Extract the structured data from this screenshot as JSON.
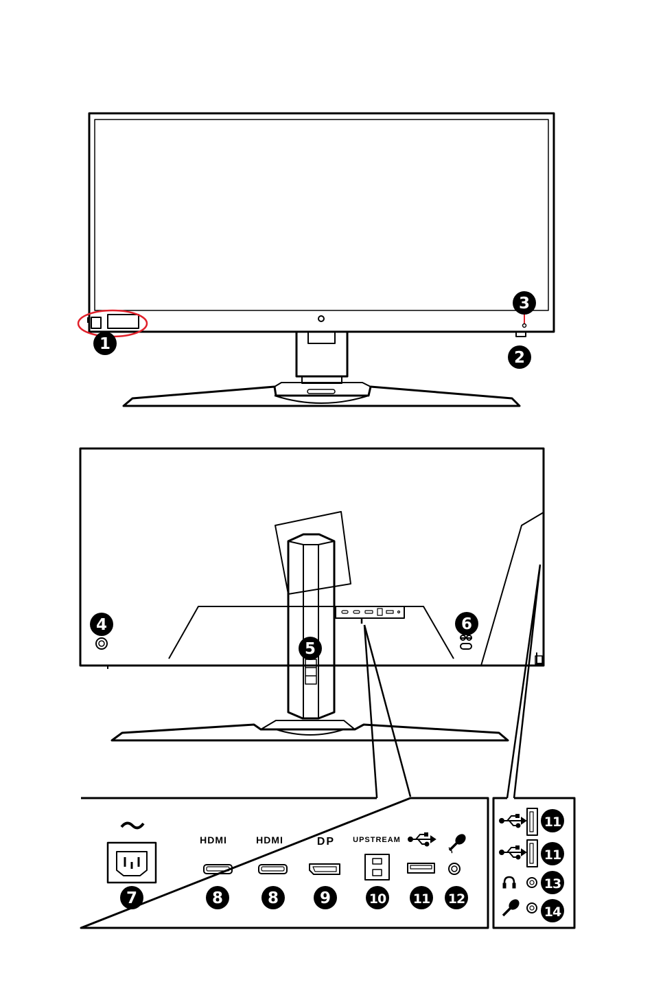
{
  "callouts": {
    "c1": "1",
    "c2": "2",
    "c3": "3",
    "c4": "4",
    "c5": "5",
    "c6": "6",
    "c7": "7",
    "c8a": "8",
    "c8b": "8",
    "c9": "9",
    "c10": "10",
    "c11a": "11",
    "c12": "12",
    "c11b": "11",
    "c11c": "11",
    "c13": "13",
    "c14": "14"
  },
  "ports": {
    "hdmi1": "HDMI",
    "hdmi2": "HDMI",
    "dp": "DP",
    "upstream": "UPSTREAM"
  },
  "icons": {
    "power": "ac-power-icon",
    "usb": "usb-icon",
    "mic": "microphone-icon",
    "headphone": "headphone-icon",
    "lock": "kensington-lock-icon"
  },
  "colors": {
    "stroke": "#000000",
    "highlight": "#e0202a",
    "background": "#ffffff"
  }
}
